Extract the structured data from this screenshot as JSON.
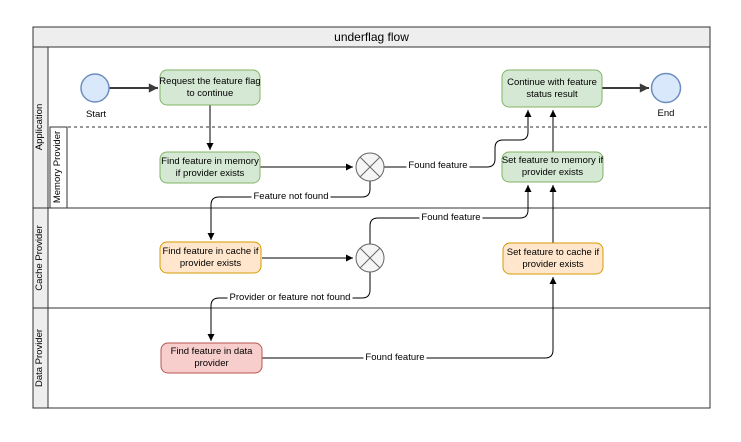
{
  "diagram": {
    "title": "underflag flow",
    "lanes": {
      "application": "Application",
      "memory": "Memory Provider",
      "cache": "Cache Provider",
      "data": "Data Provider"
    },
    "nodes": {
      "start": "Start",
      "end": "End",
      "request": "Request the feature flag\nto continue",
      "find_memory": "Find feature in memory\nif provider exists",
      "find_cache": "Find feature in cache if\nprovider exists",
      "find_data": "Find feature in data\nprovider",
      "continue_node": "Continue with feature\nstatus result",
      "set_memory": "Set feature to memory if\nprovider exists",
      "set_cache": "Set feature to cache if\nprovider exists"
    },
    "edge_labels": {
      "found_memory": "Found feature",
      "not_found_memory": "Feature not found",
      "found_cache": "Found feature",
      "not_found_cache": "Provider or feature not found",
      "found_data": "Found feature"
    },
    "colors": {
      "task_green_fill": "#d5e8d4",
      "task_green_border": "#82b366",
      "task_orange_fill": "#ffe6cc",
      "task_orange_border": "#d79b00",
      "task_red_fill": "#f8cecc",
      "task_red_border": "#b85450",
      "event_blue_fill": "#dae8fc",
      "event_blue_border": "#6c8ebf",
      "gateway_fill": "#f5f5f5",
      "gateway_border": "#666666",
      "lane_header_fill": "#eeeeee"
    }
  }
}
